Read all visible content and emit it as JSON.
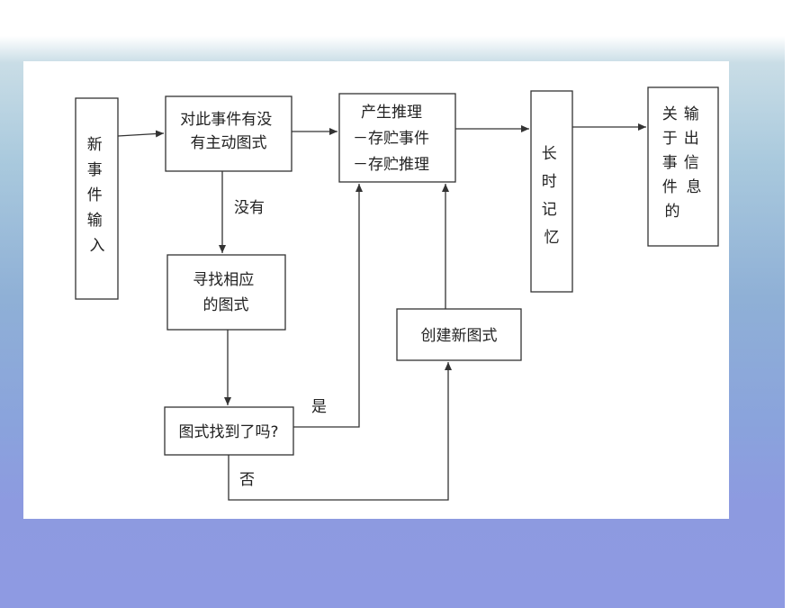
{
  "nodes": {
    "new_event": [
      "新",
      "事",
      "件",
      "输",
      "入"
    ],
    "check_schema": [
      "对此事件有没",
      "有主动图式"
    ],
    "find_schema": [
      "寻找相应",
      "的图式"
    ],
    "found_question": "图式找到了吗?",
    "create_schema": "创建新图式",
    "inference": [
      "产生推理",
      "－存贮事件",
      "－存贮推理"
    ],
    "long_term_memory": [
      "长",
      "时",
      "记",
      "忆"
    ],
    "output_col1": [
      "关",
      "于",
      "事",
      "件",
      "的"
    ],
    "output_col2": [
      "输",
      "出",
      "信",
      "息"
    ]
  },
  "edge_labels": {
    "no_schema": "没有",
    "yes": "是",
    "no": "否"
  }
}
